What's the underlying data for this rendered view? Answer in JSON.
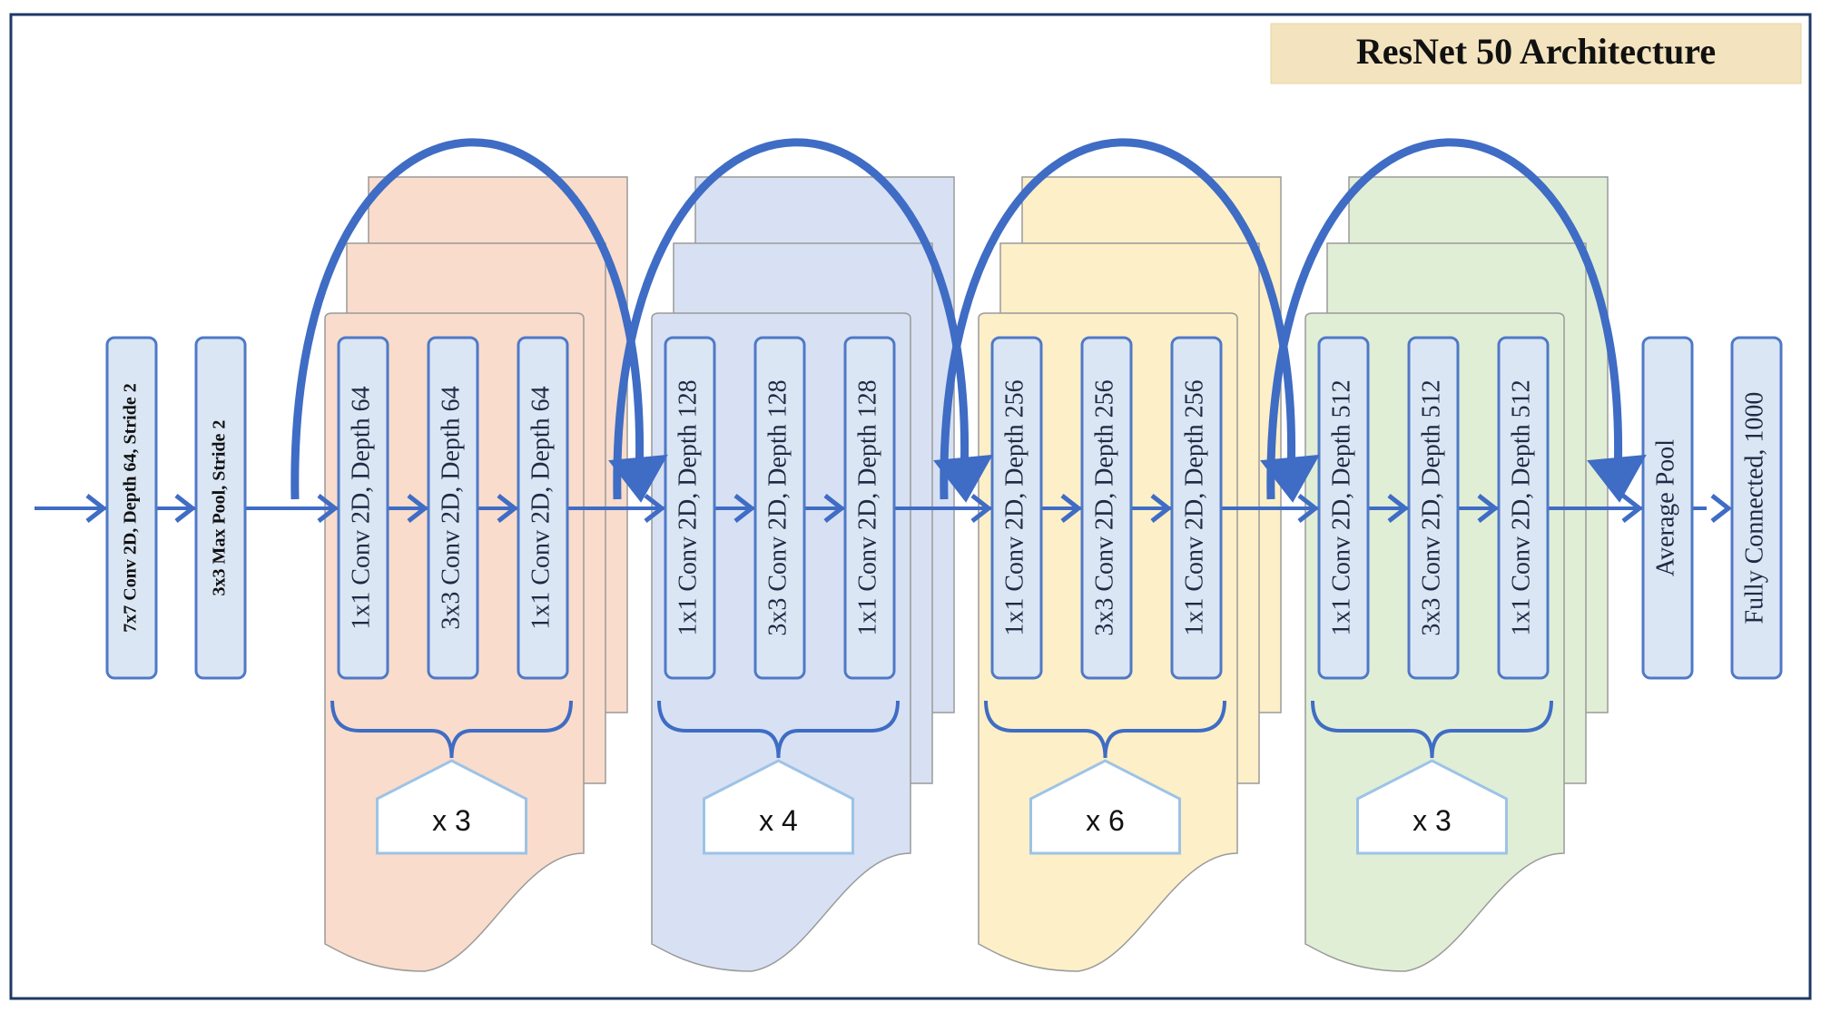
{
  "title": "ResNet 50 Architecture",
  "colors": {
    "frame": "#1f3864",
    "arrow": "#3f6cc4",
    "box_fill": "#dbe6f5",
    "box_stroke": "#4f79c7",
    "title_bg": "#f3e4bf",
    "stage_fills": [
      "#f9dccb",
      "#d7e1f3",
      "#fdefc8",
      "#e1eed6"
    ]
  },
  "stem": [
    {
      "label": "7x7 Conv 2D, Depth 64, Stride 2"
    },
    {
      "label": "3x3 Max Pool, Stride 2"
    }
  ],
  "stages": [
    {
      "layers": [
        "1x1 Conv 2D, Depth 64",
        "3x3 Conv 2D, Depth 64",
        "1x1 Conv 2D, Depth 64"
      ],
      "repeat": "x 3"
    },
    {
      "layers": [
        "1x1 Conv 2D, Depth 128",
        "3x3 Conv 2D, Depth 128",
        "1x1 Conv 2D, Depth 128"
      ],
      "repeat": "x 4"
    },
    {
      "layers": [
        "1x1 Conv 2D, Depth 256",
        "3x3 Conv 2D, Depth 256",
        "1x1 Conv 2D, Depth 256"
      ],
      "repeat": "x 6"
    },
    {
      "layers": [
        "1x1 Conv 2D, Depth 512",
        "3x3 Conv 2D, Depth 512",
        "1x1 Conv 2D, Depth 512"
      ],
      "repeat": "x 3"
    }
  ],
  "head": [
    {
      "label": "Average Pool"
    },
    {
      "label": "Fully Connected, 1000"
    }
  ]
}
